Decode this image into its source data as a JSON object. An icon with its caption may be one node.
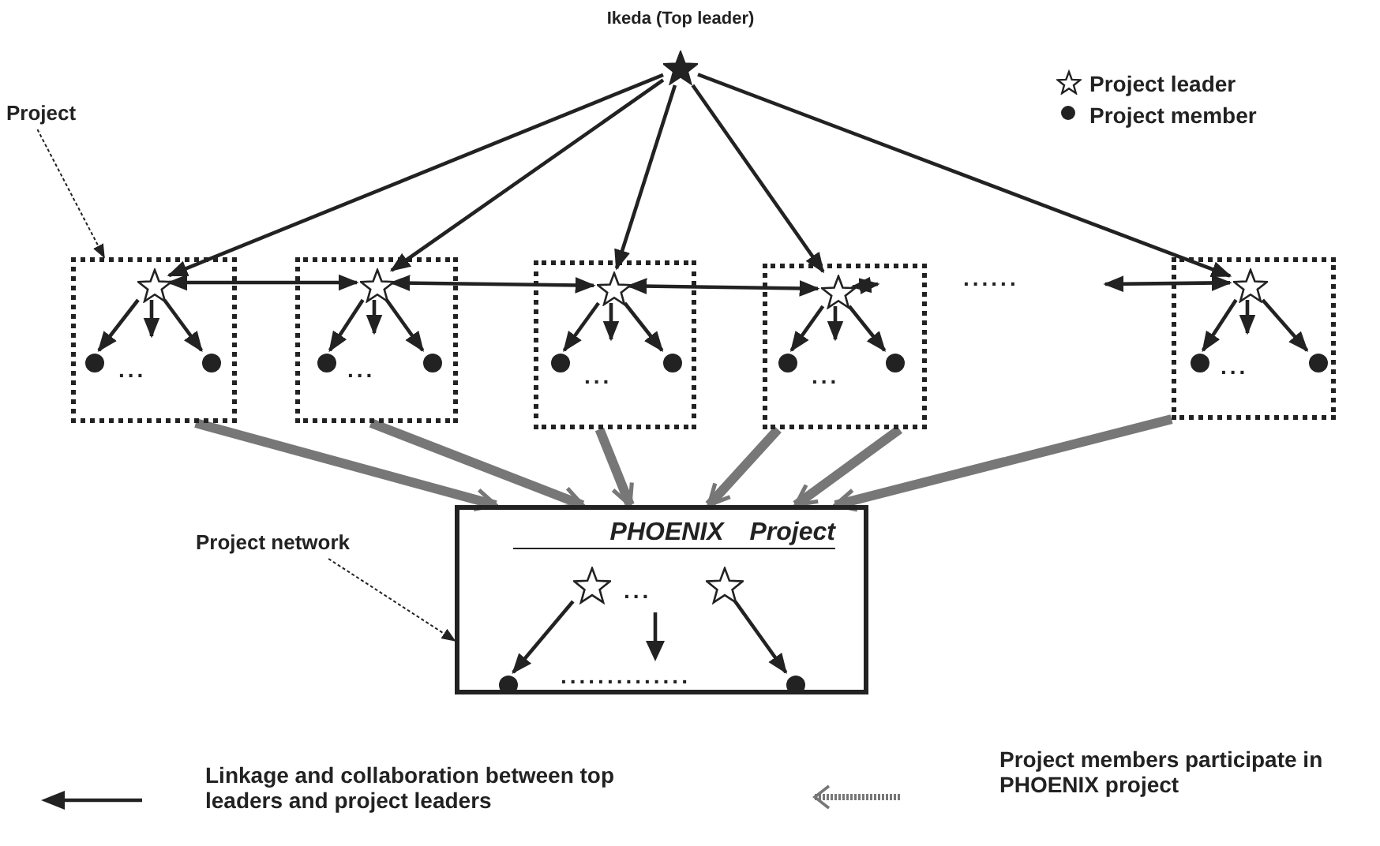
{
  "diagram": {
    "nodes": [
      {
        "text": [],
        "shape": "star",
        "beside": [
          "Ikeda (Top leader)"
        ]
      },
      {
        "text": [
          "Project"
        ]
      },
      {
        "text": [],
        "shape": "box"
      },
      {
        "text": [],
        "shape": "star",
        "in": 2
      },
      {
        "text": [],
        "shape": "circle",
        "in": 2
      },
      {
        "text": [],
        "shape": "circle",
        "in": 2
      },
      {
        "text": [],
        "shape": "box"
      },
      {
        "text": [],
        "shape": "star",
        "in": 6
      },
      {
        "text": [],
        "shape": "circle",
        "in": 6
      },
      {
        "text": [],
        "shape": "circle",
        "in": 6
      },
      {
        "text": [],
        "shape": "box"
      },
      {
        "text": [],
        "shape": "star",
        "in": 10
      },
      {
        "text": [],
        "shape": "circle",
        "in": 10
      },
      {
        "text": [],
        "shape": "circle",
        "in": 10
      },
      {
        "text": [],
        "shape": "box"
      },
      {
        "text": [],
        "shape": "star",
        "in": 14
      },
      {
        "text": [],
        "shape": "circle",
        "in": 14
      },
      {
        "text": [],
        "shape": "circle",
        "in": 14
      },
      {
        "text": [],
        "shape": "box"
      },
      {
        "text": [],
        "shape": "star",
        "in": 18
      },
      {
        "text": [],
        "shape": "circle",
        "in": 18
      },
      {
        "text": [],
        "shape": "circle",
        "in": 18
      },
      {
        "text": [
          "Project network"
        ]
      },
      {
        "text": [
          "PHOENIX Project"
        ]
      },
      {
        "text": [],
        "shape": "star",
        "in": 23
      },
      {
        "text": [],
        "shape": "star",
        "in": 23
      },
      {
        "text": [],
        "shape": "circle",
        "in": 23
      },
      {
        "text": [],
        "shape": "circle",
        "in": 23
      }
    ],
    "edges": [
      {
        "from": 0,
        "to": 3,
        "arrow": "to"
      },
      {
        "from": 0,
        "to": 7,
        "arrow": "to"
      },
      {
        "from": 0,
        "to": 11,
        "arrow": "to"
      },
      {
        "from": 0,
        "to": 15,
        "arrow": "to"
      },
      {
        "from": 0,
        "to": 19,
        "arrow": "to"
      },
      {
        "from": 3,
        "to": 7,
        "arrow": "both"
      },
      {
        "from": 7,
        "to": 11,
        "arrow": "both"
      },
      {
        "from": 11,
        "to": 15,
        "arrow": "both"
      },
      {
        "from": 15,
        "to": null,
        "arrow": "both"
      },
      {
        "from": null,
        "to": 19,
        "arrow": "both"
      },
      {
        "from": 3,
        "to": 4,
        "arrow": "to"
      },
      {
        "from": 3,
        "to": null,
        "arrow": "to"
      },
      {
        "from": 3,
        "to": 5,
        "arrow": "to"
      },
      {
        "from": 7,
        "to": 8,
        "arrow": "to"
      },
      {
        "from": 7,
        "to": null,
        "arrow": "to"
      },
      {
        "from": 7,
        "to": 9,
        "arrow": "to"
      },
      {
        "from": 11,
        "to": 12,
        "arrow": "to"
      },
      {
        "from": 11,
        "to": null,
        "arrow": "to"
      },
      {
        "from": 11,
        "to": 13,
        "arrow": "to"
      },
      {
        "from": 15,
        "to": 16,
        "arrow": "to"
      },
      {
        "from": 15,
        "to": null,
        "arrow": "to"
      },
      {
        "from": 15,
        "to": 17,
        "arrow": "to"
      },
      {
        "from": 19,
        "to": 20,
        "arrow": "to"
      },
      {
        "from": 19,
        "to": null,
        "arrow": "to"
      },
      {
        "from": 19,
        "to": 21,
        "arrow": "to"
      },
      {
        "from": 1,
        "to": 2,
        "arrow": "to",
        "style": "dashed"
      },
      {
        "from": 2,
        "to": 23,
        "arrow": "to",
        "style": "thick",
        "color": "#777777"
      },
      {
        "from": 6,
        "to": 23,
        "arrow": "to",
        "style": "thick",
        "color": "#777777"
      },
      {
        "from": 10,
        "to": 23,
        "arrow": "to",
        "style": "thick",
        "color": "#777777"
      },
      {
        "from": 14,
        "to": 23,
        "arrow": "to",
        "style": "thick",
        "color": "#777777"
      },
      {
        "from": 14,
        "to": 23,
        "arrow": "to",
        "style": "thick",
        "color": "#777777"
      },
      {
        "from": 18,
        "to": 23,
        "arrow": "to",
        "style": "thick",
        "color": "#777777"
      },
      {
        "from": 22,
        "to": 23,
        "arrow": "to",
        "style": "dashed"
      },
      {
        "from": 24,
        "to": 26,
        "arrow": "to"
      },
      {
        "from": 25,
        "to": 27,
        "arrow": "to"
      }
    ],
    "labels": [
      "...",
      "...",
      "...",
      "...",
      "......",
      "...",
      "...",
      ".............."
    ],
    "legend": [
      {
        "text": "Project leader"
      },
      {
        "text": "Project member"
      },
      {
        "text": "Linkage and collaboration between top leaders and project leaders"
      },
      {
        "text": "Project members participate in PHOENIX project"
      }
    ]
  }
}
